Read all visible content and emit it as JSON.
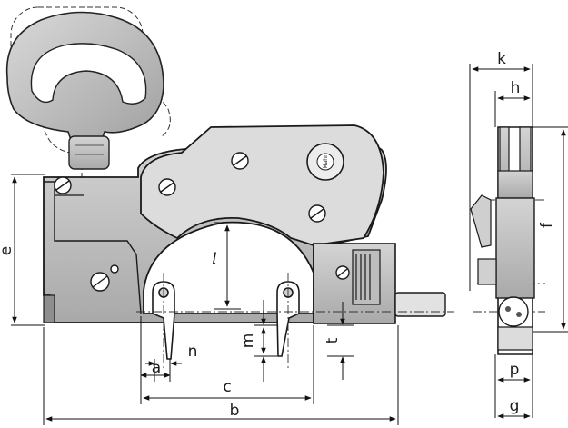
{
  "brand_text": "Mahr",
  "labels": {
    "a": "a",
    "b": "b",
    "c": "c",
    "e": "e",
    "f": "f",
    "g": "g",
    "h": "h",
    "k": "k",
    "l": "l",
    "m": "m",
    "n": "n",
    "p": "p",
    "t": "t"
  }
}
